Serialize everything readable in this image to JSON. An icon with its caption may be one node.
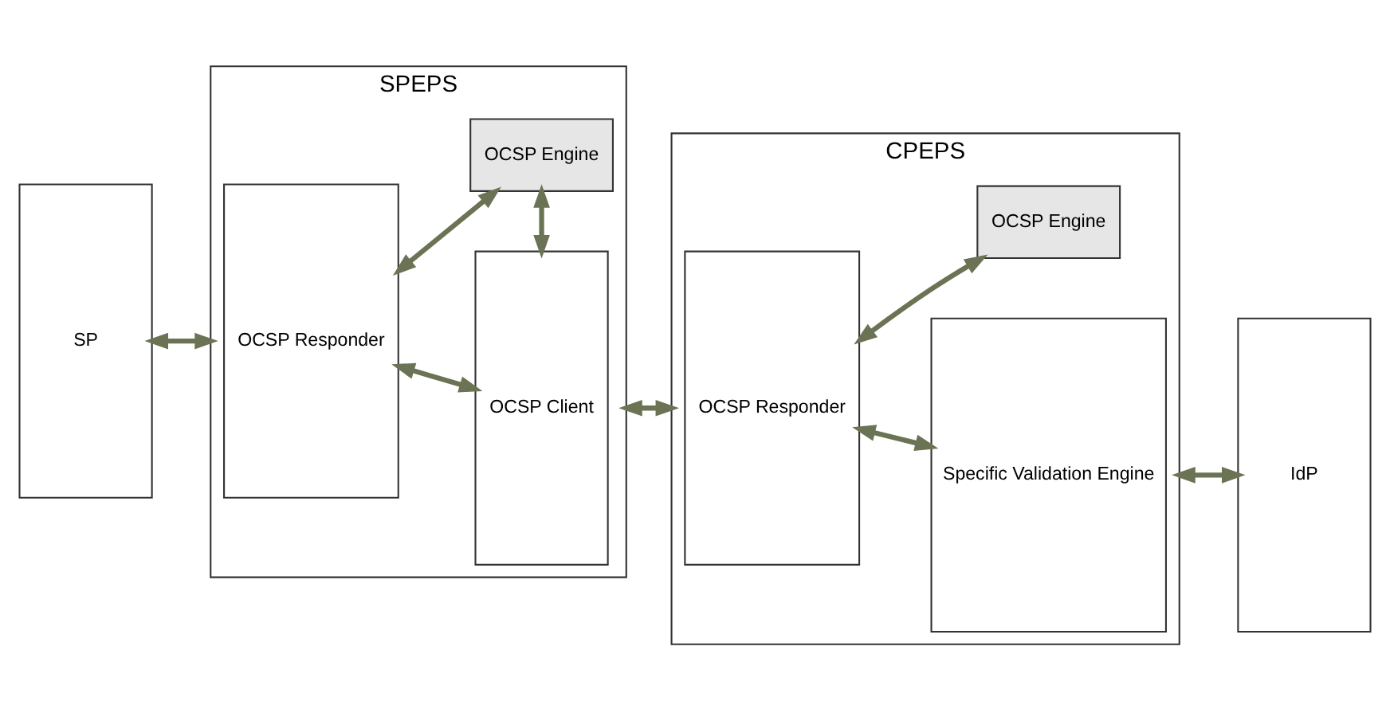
{
  "diagram": {
    "nodes": [
      {
        "text": [
          "SP"
        ]
      },
      {
        "text": [
          "SPEPS"
        ]
      },
      {
        "text": [
          "OCSP Responder"
        ],
        "in": 1
      },
      {
        "text": [
          "OCSP Client"
        ],
        "in": 1
      },
      {
        "text": [
          "OCSP Engine"
        ],
        "in": 1
      },
      {
        "text": [
          "CPEPS"
        ]
      },
      {
        "text": [
          "OCSP Responder"
        ],
        "in": 5
      },
      {
        "text": [
          "Specific Validation Engine"
        ],
        "in": 5
      },
      {
        "text": [
          "OCSP Engine"
        ],
        "in": 5
      },
      {
        "text": [
          "IdP"
        ]
      }
    ],
    "edges": [
      {
        "from": 0,
        "to": 1,
        "arrow": "both"
      },
      {
        "from": 2,
        "to": 3,
        "arrow": "both"
      },
      {
        "from": 1,
        "to": 5,
        "arrow": "both"
      },
      {
        "from": 2,
        "to": 4,
        "arrow": "both"
      },
      {
        "from": 3,
        "to": 4,
        "arrow": "both"
      },
      {
        "from": 6,
        "to": 7,
        "arrow": "both"
      },
      {
        "from": 6,
        "to": 8,
        "arrow": "both"
      },
      {
        "from": 5,
        "to": 9,
        "arrow": "both"
      }
    ]
  }
}
